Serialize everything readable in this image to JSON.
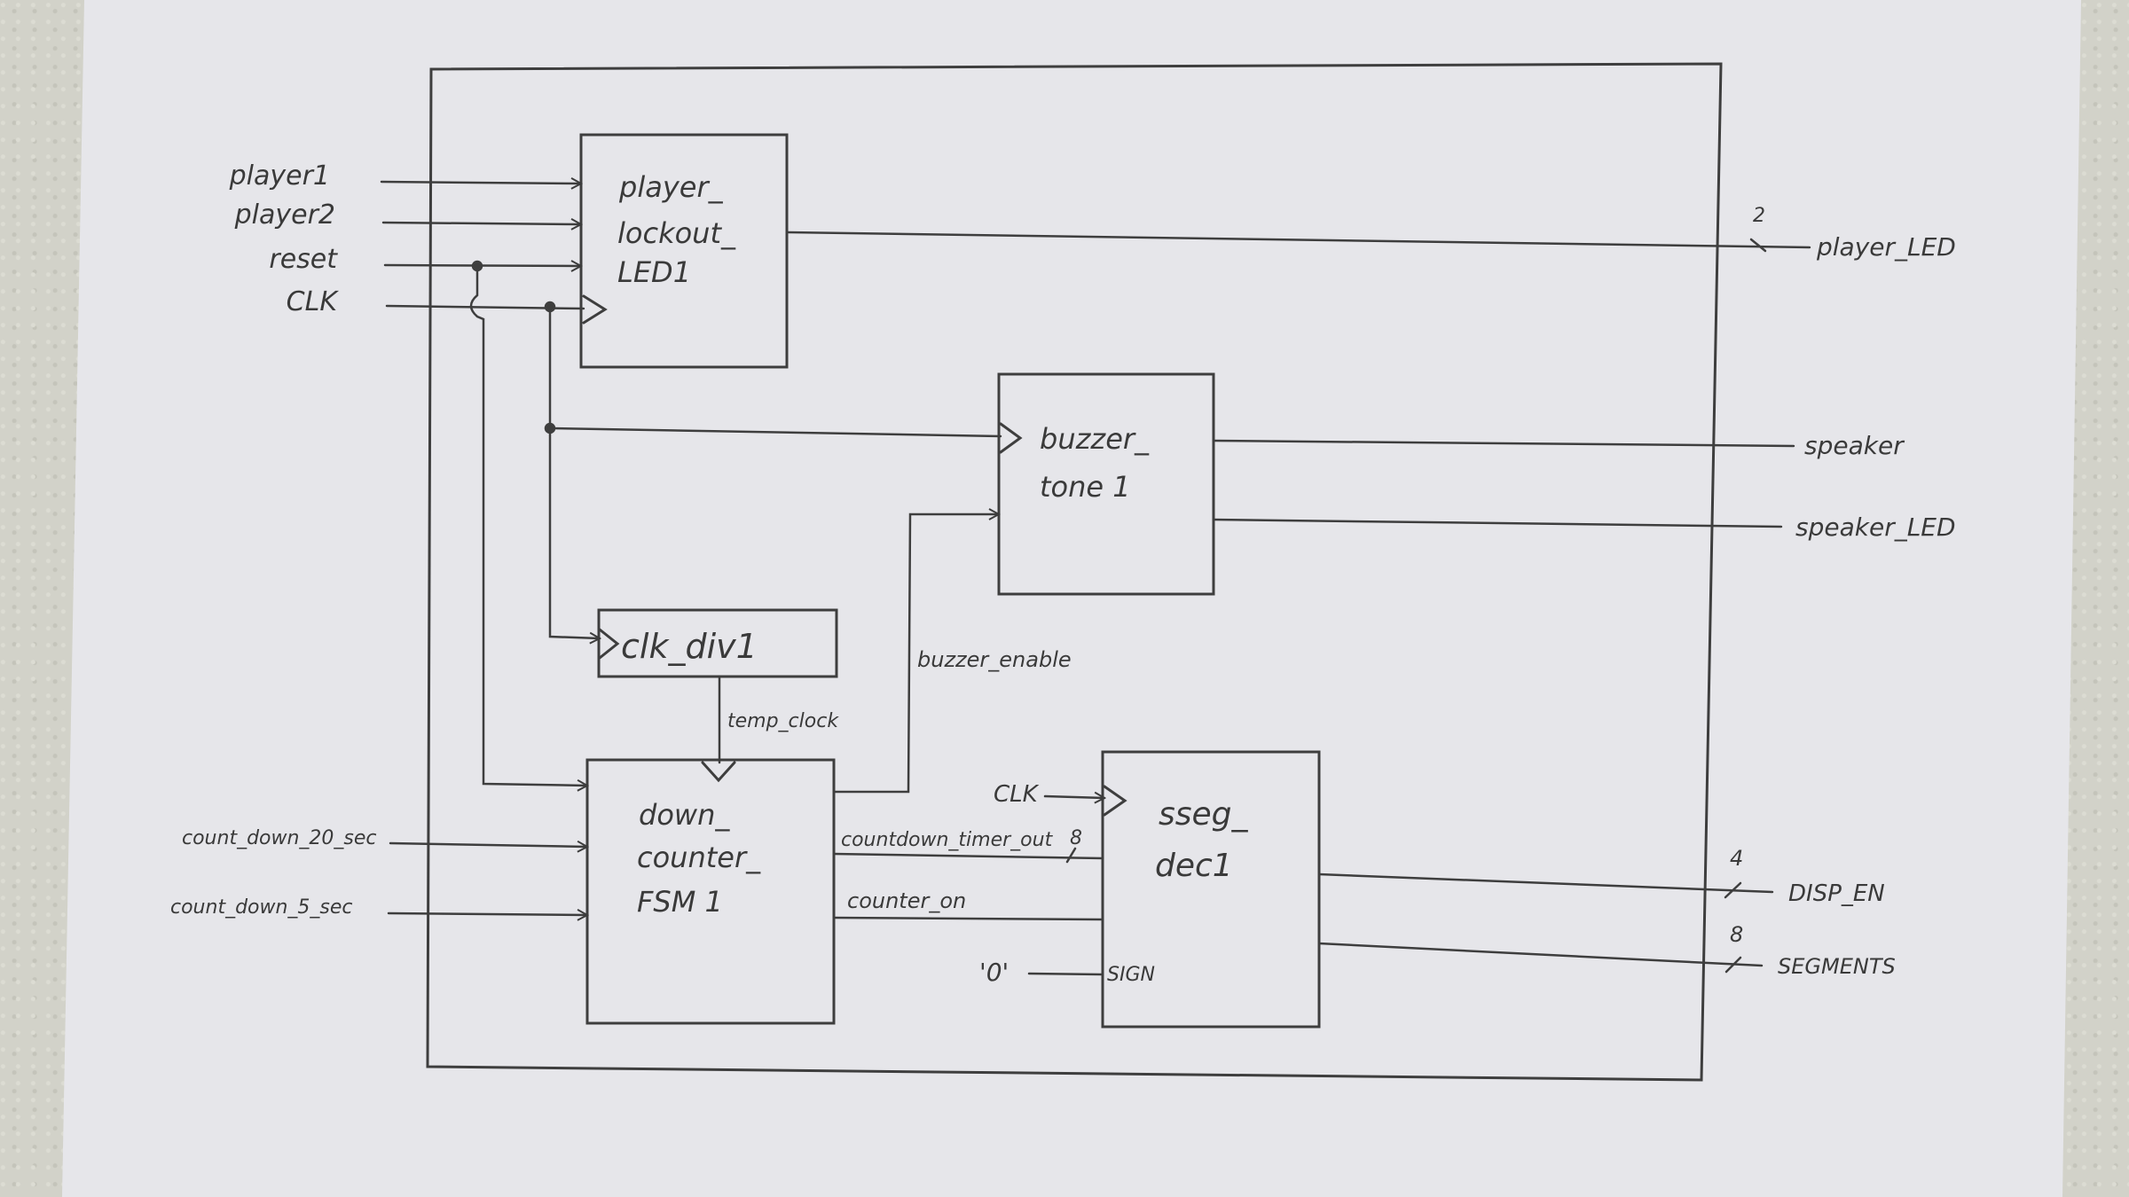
{
  "colors": {
    "paper": "#e8e8ec",
    "ink": "#3c3c3c",
    "wall": "#d2d2c9"
  },
  "diagram": {
    "blocks": [
      {
        "id": "player_lockout_led1",
        "lines": [
          "player_",
          "lockout_",
          "LED1"
        ]
      },
      {
        "id": "buzzer_tone1",
        "lines": [
          "buzzer_",
          "tone 1"
        ]
      },
      {
        "id": "clk_div1",
        "lines": [
          "clk_div1"
        ]
      },
      {
        "id": "down_counter_fsm1",
        "lines": [
          "down_",
          "counter_",
          "FSM 1"
        ]
      },
      {
        "id": "sseg_dec1",
        "lines": [
          "sseg_",
          "dec1"
        ]
      }
    ],
    "inputs": {
      "player1": "player1",
      "player2": "player2",
      "reset": "reset",
      "clk": "CLK",
      "count_20": "count_down_20_sec",
      "count_5": "count_down_5_sec"
    },
    "outputs": {
      "player_led": "player_LED",
      "player_led_width": "2",
      "speaker": "speaker",
      "speaker_led": "speaker_LED",
      "disp_en": "DISP_EN",
      "disp_en_width": "4",
      "segments": "SEGMENTS",
      "segments_width": "8"
    },
    "signals": {
      "temp_clock": "temp_clock",
      "buzzer_enable": "buzzer_enable",
      "countdown_timer_out": "countdown_timer_out",
      "countdown_width": "8",
      "counter_on": "counter_on",
      "sseg_clk": "CLK",
      "zero_const": "'0'",
      "sign": "SIGN"
    }
  }
}
